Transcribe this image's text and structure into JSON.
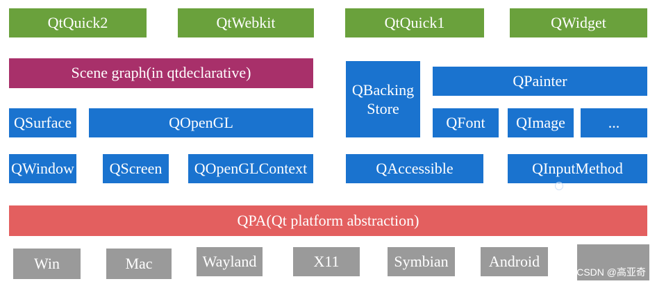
{
  "top_row": {
    "qtquick2": "QtQuick2",
    "qtwebkit": "QtWebkit",
    "qtquick1": "QtQuick1",
    "qwidget": "QWidget"
  },
  "scene_graph": "Scene graph(in qtdeclarative)",
  "qbacking_store": "QBacking Store",
  "qpainter": "QPainter",
  "qsurface": "QSurface",
  "qopengl": "QOpenGL",
  "qfont": "QFont",
  "qimage": "QImage",
  "ellipsis": "...",
  "qwindow": "QWindow",
  "qscreen": "QScreen",
  "qopenglcontext": "QOpenGLContext",
  "qaccessible": "QAccessible",
  "qinputmethod": "QInputMethod",
  "qpa": "QPA(Qt platform abstraction)",
  "platforms": {
    "win": "Win",
    "mac": "Mac",
    "wayland": "Wayland",
    "x11": "X11",
    "symbian": "Symbian",
    "android": "Android"
  },
  "watermark": "CSDN @高亚奇",
  "colors": {
    "green": "#6aa13c",
    "purple": "#a8306a",
    "blue": "#1a73cf",
    "red": "#e35f5f",
    "gray": "#9a9a9a"
  }
}
